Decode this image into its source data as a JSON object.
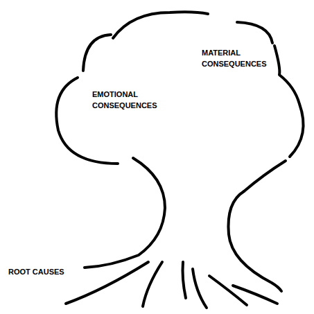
{
  "diagram": {
    "labels": [
      "MATERIAL CONSEQUENCES",
      "EMOTIONAL CONSEQUENCES",
      "ROOT CAUSES"
    ]
  }
}
